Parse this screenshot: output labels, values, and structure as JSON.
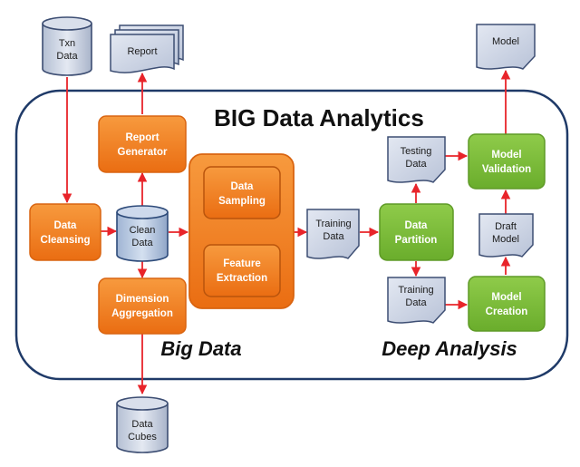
{
  "title": "BIG Data Analytics",
  "sections": {
    "left": "Big Data",
    "right": "Deep Analysis"
  },
  "colors": {
    "orange": "#f07b1c",
    "orange_dark": "#d96410",
    "green": "#7cbb3a",
    "green_dark": "#5e9a26",
    "doc_fill": "#cfd6e4",
    "doc_stroke": "#3d4e73",
    "arrow": "#e8242a",
    "frame": "#1f3a68"
  },
  "nodes": {
    "txn_data": "Txn\nData",
    "report": "Report",
    "report_generator": "Report\nGenerator",
    "data_cleansing": "Data\nCleansing",
    "clean_data": "Clean\nData",
    "dimension_aggregation": "Dimension\nAggregation",
    "data_cubes": "Data\nCubes",
    "data_sampling": "Data\nSampling",
    "feature_extraction": "Feature\nExtraction",
    "training_data_1": "Training\nData",
    "data_partition": "Data\nPartition",
    "testing_data": "Testing\nData",
    "training_data_2": "Training\nData",
    "model_validation": "Model\nValidation",
    "draft_model": "Draft\nModel",
    "model_creation": "Model\nCreation",
    "model": "Model"
  }
}
